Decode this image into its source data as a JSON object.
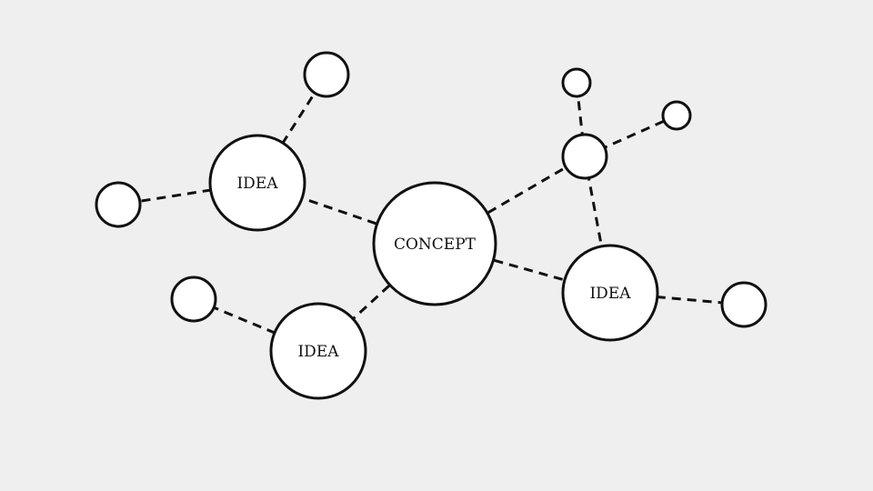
{
  "diagram": {
    "labels": {
      "center": "CONCEPT",
      "idea_left": "IDEA",
      "idea_bottom": "IDEA",
      "idea_right": "IDEA"
    },
    "colors": {
      "background": "#efefef",
      "node_fill": "#ffffff",
      "stroke": "#111111"
    }
  }
}
